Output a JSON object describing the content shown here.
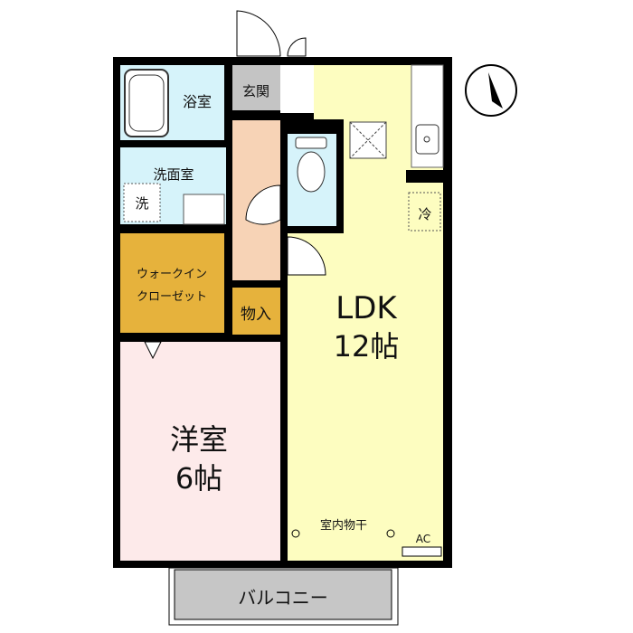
{
  "rooms": {
    "bath": "浴室",
    "entrance": "玄関",
    "washroom": "洗面室",
    "washer": "洗",
    "fridge": "冷",
    "walkin_line1": "ウォークイン",
    "walkin_line2": "クローゼット",
    "storage": "物入",
    "ldk_name": "LDK",
    "ldk_size": "12帖",
    "western_name": "洋室",
    "western_size": "6帖",
    "drying": "室内物干",
    "ac": "AC",
    "balcony": "バルコニー"
  },
  "colors": {
    "wall": "#000000",
    "bath": "#d6f3fa",
    "entrance": "#c4c4c4",
    "hall": "#f7d3b6",
    "closet": "#e6b23c",
    "ldk": "#fdfdc0",
    "western": "#fdeaea",
    "balcony": "#c6c6c6"
  }
}
